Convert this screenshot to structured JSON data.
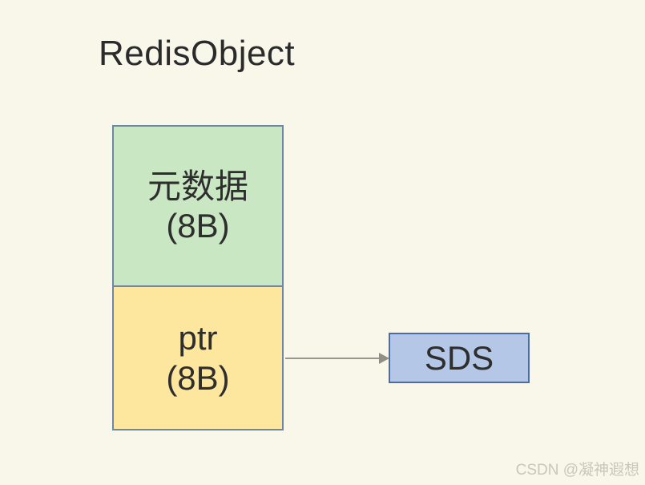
{
  "page": {
    "background_color": "#f9f6ea",
    "watermark": "CSDN @凝神遐想",
    "watermark_color": "#c9c6bb"
  },
  "diagram": {
    "title": "RedisObject",
    "nodes": {
      "metadata": {
        "line1": "元数据",
        "line2": "(8B)",
        "fill": "#c9e7c3",
        "border": "#6e87a8"
      },
      "ptr": {
        "line1": "ptr",
        "line2": "(8B)",
        "fill": "#fde69e",
        "border": "#6e87a8"
      },
      "sds": {
        "label": "SDS",
        "fill": "#b4c7e7",
        "border": "#4a6da8"
      }
    },
    "edge": {
      "from": "ptr",
      "to": "sds",
      "color": "#97978f",
      "style": "arrow-right"
    }
  }
}
